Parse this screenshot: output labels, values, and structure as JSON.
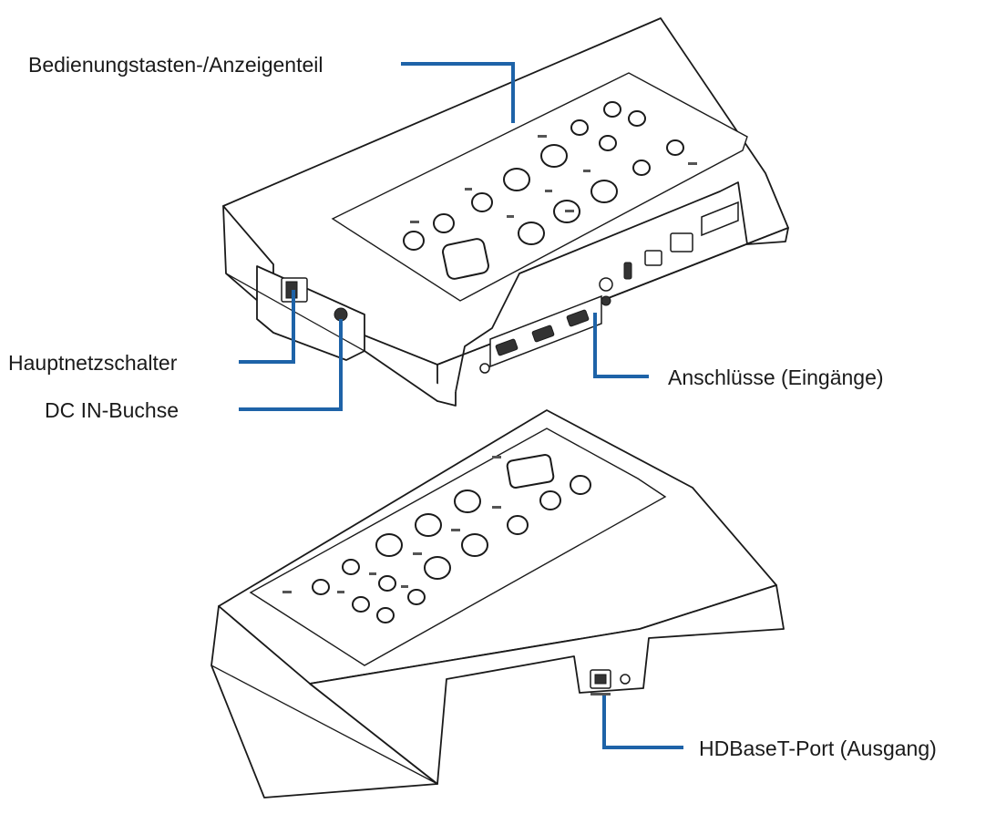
{
  "labels": {
    "control_panel": "Bedienungstasten-/Anzeigenteil",
    "main_power_switch": "Hauptnetzschalter",
    "dc_in_jack": "DC IN-Buchse",
    "input_connectors": "Anschlüsse (Eingänge)",
    "hdbaset_port": "HDBaseT-Port (Ausgang)"
  },
  "colors": {
    "leader_line": "#1e63a8",
    "outline": "#1a1a1a",
    "background": "#ffffff"
  }
}
